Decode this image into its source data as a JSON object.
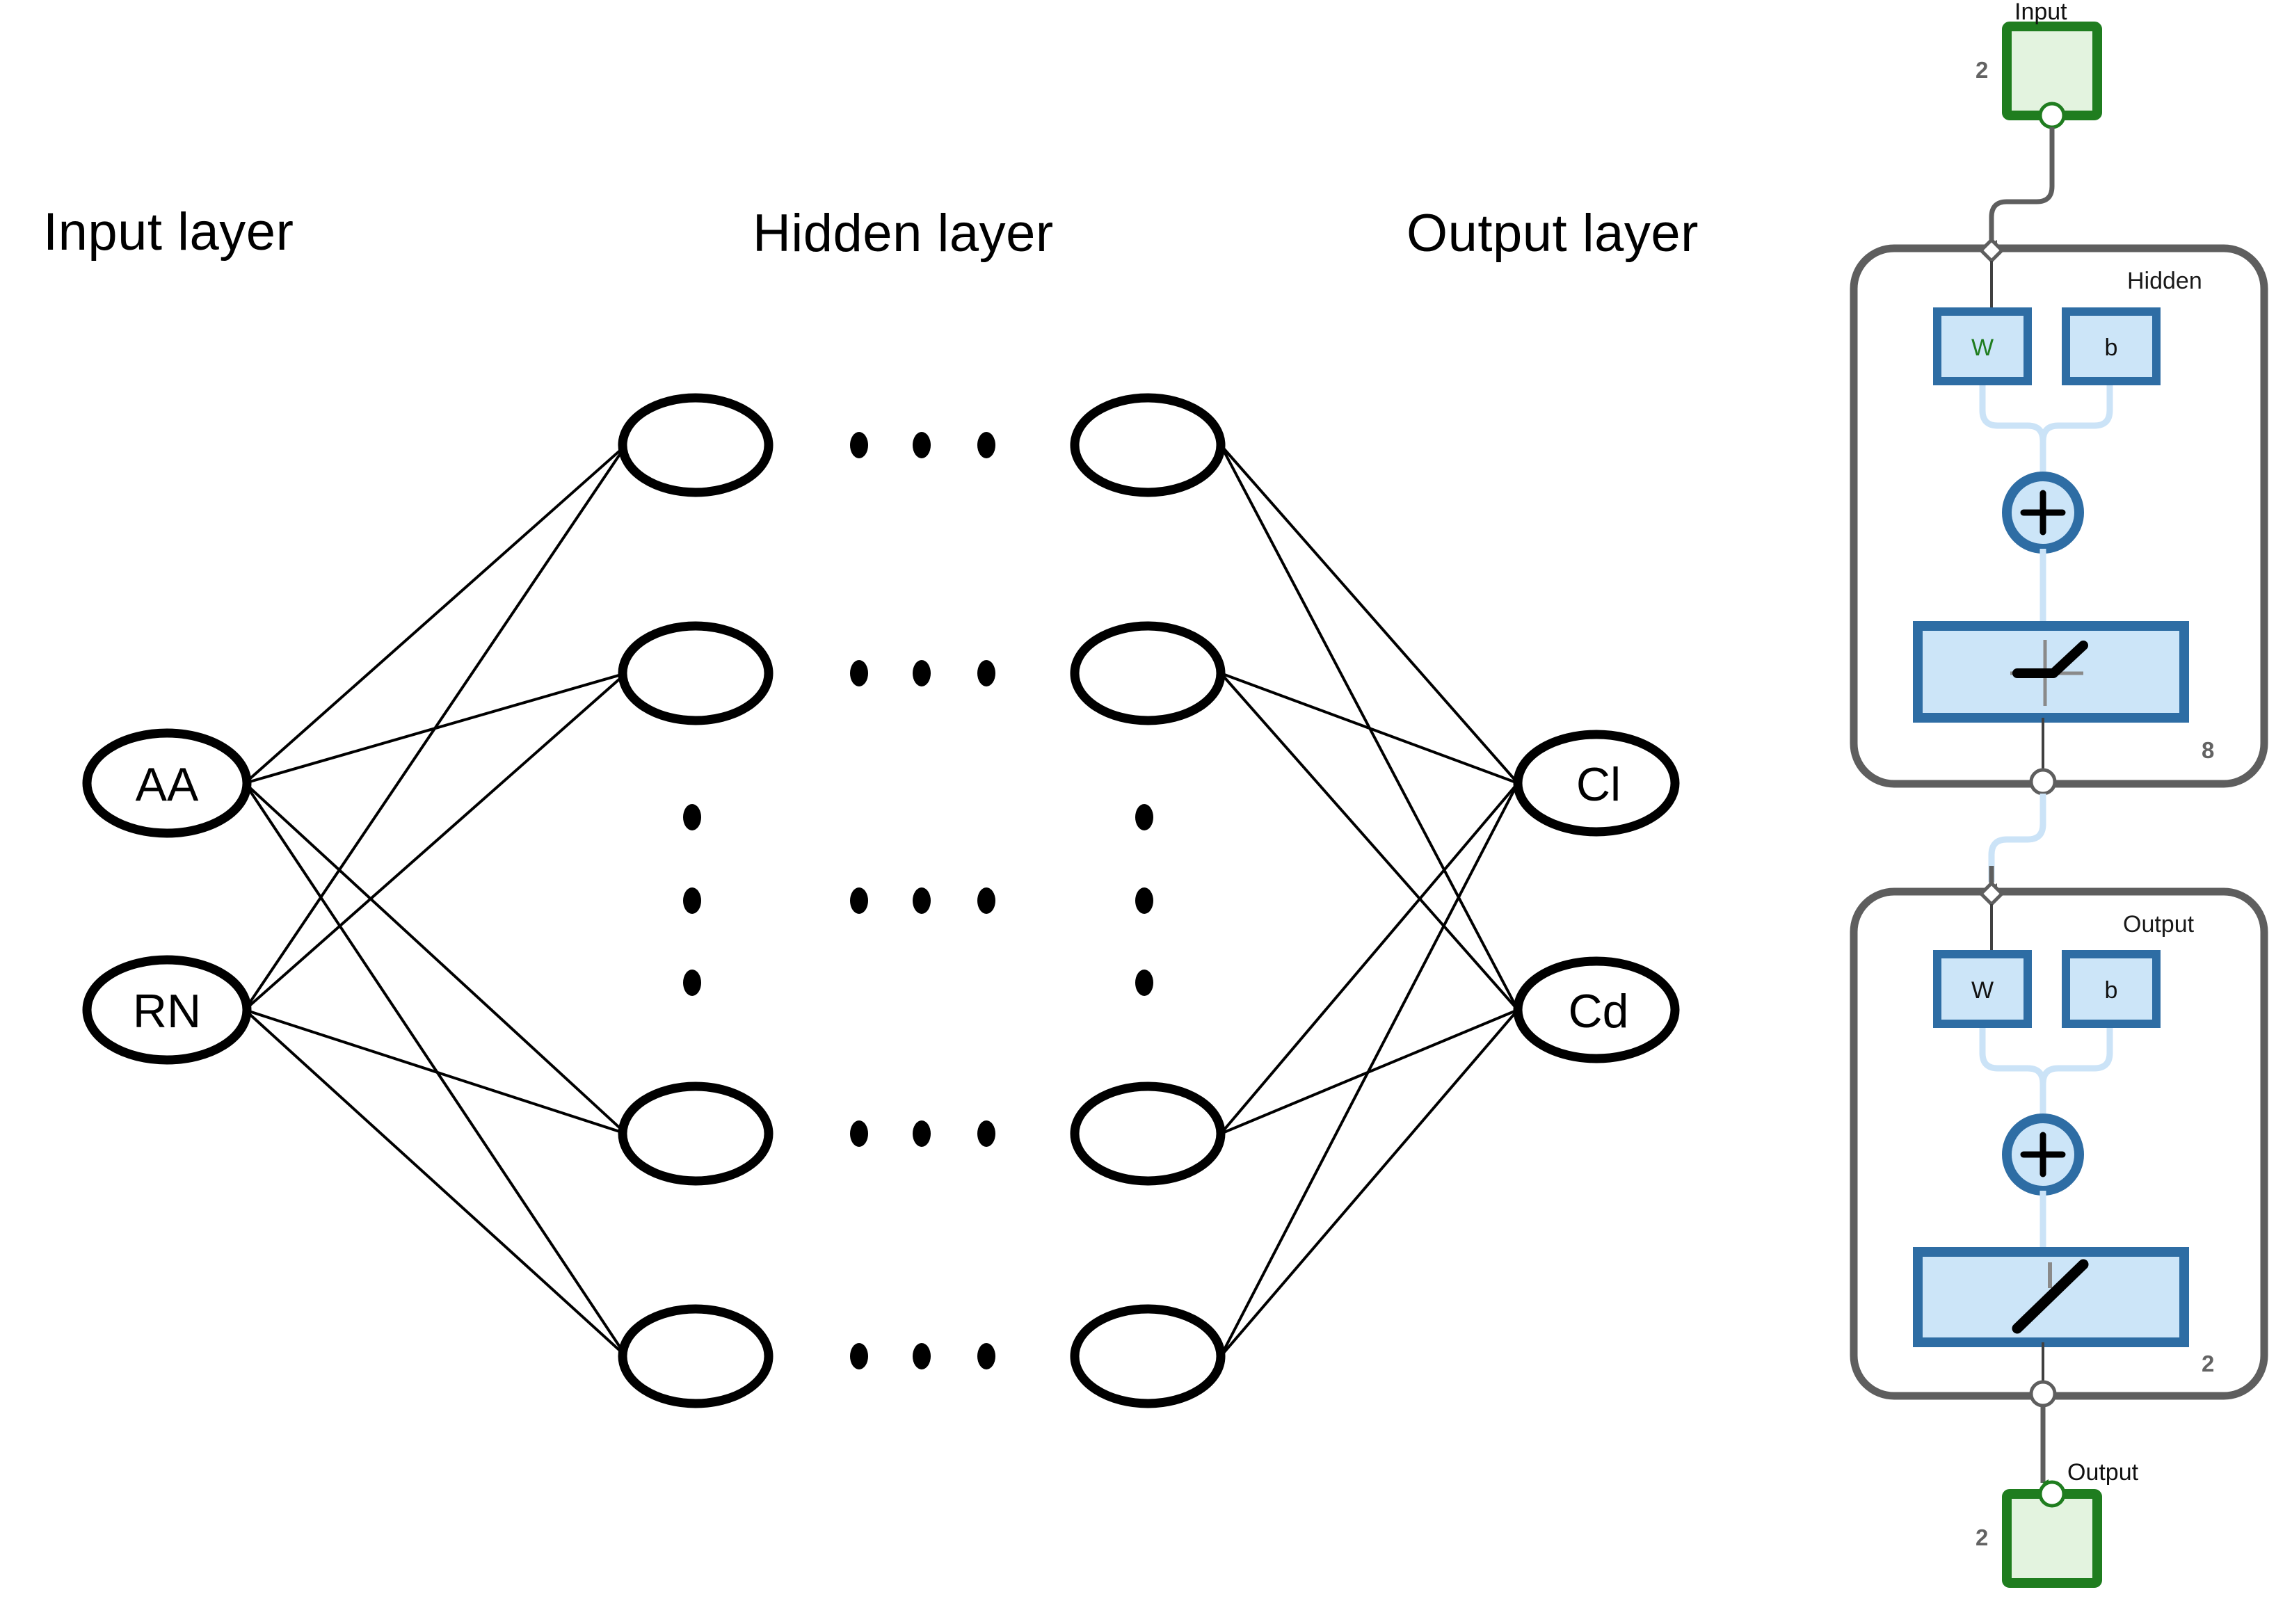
{
  "diagram": {
    "type": "neural-network-architecture",
    "left_panel": {
      "titles": {
        "input": "Input layer",
        "hidden": "Hidden layer",
        "output": "Output layer"
      },
      "input_nodes": [
        {
          "label": "AA"
        },
        {
          "label": "RN"
        }
      ],
      "hidden_nodes": {
        "columns": 2,
        "rows_shown": 4,
        "labels": [
          "",
          "",
          "",
          ""
        ],
        "ellipsis_horizontal_dots": 3,
        "ellipsis_vertical_dots": 3
      },
      "output_nodes": [
        {
          "label": "Cl"
        },
        {
          "label": "Cd"
        }
      ],
      "connections": "fully-connected"
    },
    "right_panel": {
      "input_block": {
        "caption": "Input",
        "port_count": "2",
        "border_color": "#1F7D1F",
        "fill_color": "#E3F3DF"
      },
      "hidden_block": {
        "caption": "Hidden",
        "port_count": "8",
        "weight_label": "W",
        "weight_label_color": "#1F7D1F",
        "bias_label": "b",
        "bias_label_color": "#111111",
        "sum_symbol": "+",
        "activation": "relu",
        "border_color": "#5E5E5E",
        "box_border_color": "#2E6DA4",
        "box_fill_color": "#CCE5F8"
      },
      "output_block": {
        "caption": "Output",
        "port_count": "2",
        "weight_label": "W",
        "weight_label_color": "#111111",
        "bias_label": "b",
        "bias_label_color": "#111111",
        "sum_symbol": "+",
        "activation": "linear",
        "border_color": "#5E5E5E",
        "box_border_color": "#2E6DA4",
        "box_fill_color": "#CCE5F8"
      },
      "output_terminal": {
        "caption": "Output",
        "port_count": "2",
        "border_color": "#1F7D1F",
        "fill_color": "#E3F3DF"
      }
    },
    "colors": {
      "stroke_black": "#000000",
      "connector_gray": "#5E5E5E",
      "connector_lightblue": "#CBE3F7",
      "green": "#1F7D1F",
      "green_fill": "#E3F3DF",
      "blue_border": "#2E6DA4",
      "blue_fill": "#CCE5F8"
    }
  }
}
